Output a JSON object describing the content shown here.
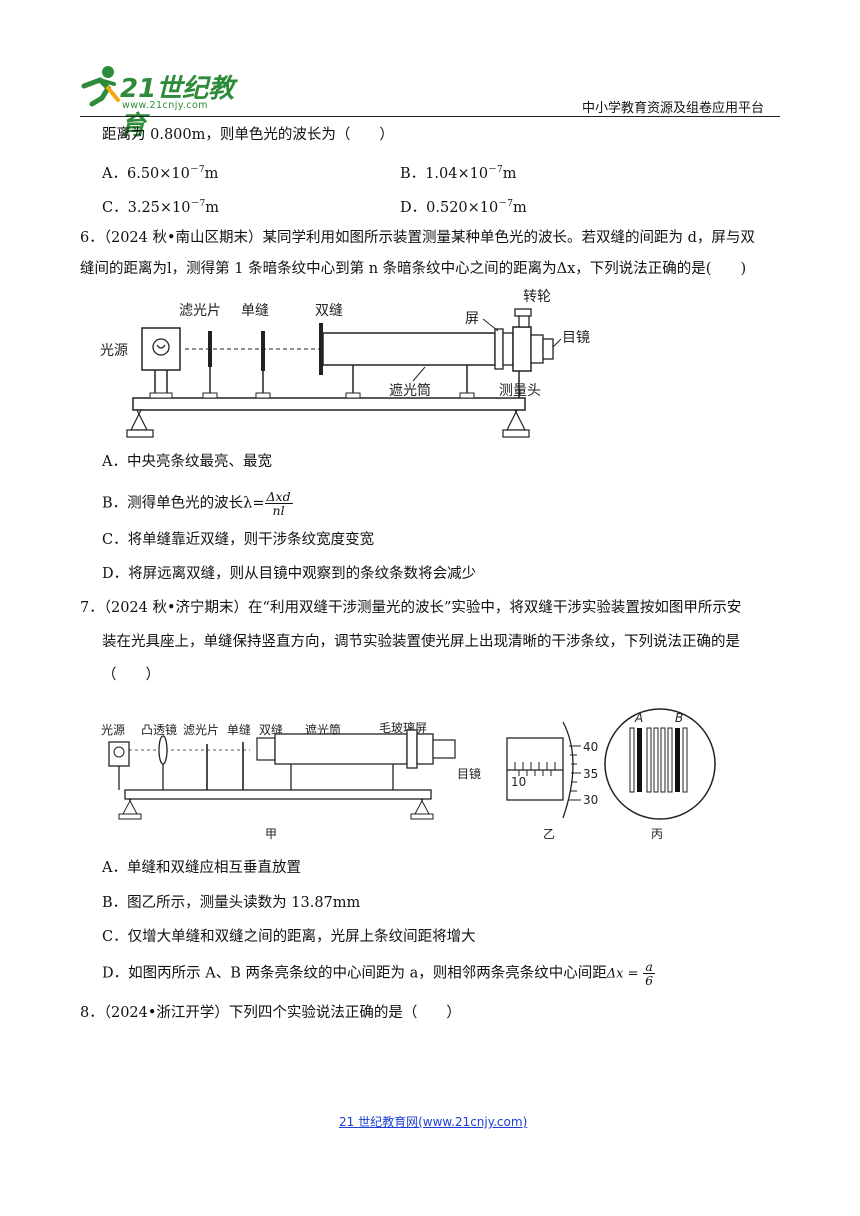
{
  "header": {
    "logo_text": "21世纪教育",
    "logo_url": "www.21cnjy.com",
    "platform": "中小学教育资源及组卷应用平台"
  },
  "q5": {
    "stem_tail": "距离为 0.800m，则单色光的波长为（　　）",
    "options": [
      {
        "letter": "A．",
        "mant": "6.50×10",
        "exp": "－7",
        "unit": "m"
      },
      {
        "letter": "B．",
        "mant": "1.04×10",
        "exp": "－7",
        "unit": "m"
      },
      {
        "letter": "C．",
        "mant": "3.25×10",
        "exp": "－7",
        "unit": "m"
      },
      {
        "letter": "D．",
        "mant": "0.520×10",
        "exp": "－7",
        "unit": "m"
      }
    ]
  },
  "q6": {
    "line1": "6．（2024 秋•南山区期末）某同学利用如图所示装置测量某种单色光的波长。若双缝的间距为 d，屏与双",
    "line2": "缝间的距离为l，测得第 1 条暗条纹中心到第 n 条暗条纹中心之间的距离为Δx，下列说法正确的是(　　)",
    "figure_labels": {
      "light_source": "光源",
      "filter": "滤光片",
      "single_slit": "单缝",
      "double_slit": "双缝",
      "screen": "屏",
      "wheel": "转轮",
      "eyepiece": "目镜",
      "tube": "遮光筒",
      "measuring_head": "测量头"
    },
    "options": {
      "a": "A．中央亮条纹最亮、最宽",
      "b_prefix": "B．测得单色光的波长λ=",
      "b_num": "Δxd",
      "b_den": "nl",
      "c": "C．将单缝靠近双缝，则干涉条纹宽度变宽",
      "d": "D．将屏远离双缝，则从目镜中观察到的条纹条数将会减少"
    }
  },
  "q7": {
    "line1": "7．（2024 秋•济宁期末）在“利用双缝干涉测量光的波长”实验中，将双缝干涉实验装置按如图甲所示安",
    "line2": "装在光具座上，单缝保持竖直方向，调节实验装置使光屏上出现清晰的干涉条纹，下列说法正确的是",
    "line3": "（　　）",
    "figure_labels": {
      "light_source": "光源",
      "convex_lens": "凸透镜",
      "filter": "滤光片",
      "single_slit": "单缝",
      "double_slit": "双缝",
      "tube": "遮光筒",
      "frosted_screen": "毛玻璃屏",
      "eyepiece": "目镜",
      "jia": "甲",
      "yi": "乙",
      "bing": "丙",
      "A": "A",
      "B": "B",
      "scale_40": "40",
      "scale_35": "35",
      "scale_30": "30",
      "scale_10": "10"
    },
    "options": {
      "a": "A．单缝和双缝应相互垂直放置",
      "b": "B．图乙所示，测量头读数为 13.87mm",
      "c": "C．仅增大单缝和双缝之间的距离，光屏上条纹间距将增大",
      "d_prefix": "D．如图丙所示 A、B 两条亮条纹的中心间距为 a，则相邻两条亮条纹中心间距",
      "d_math": "Δx =",
      "d_num": "a",
      "d_den": "6"
    }
  },
  "q8": {
    "line1": "8．（2024•浙江开学）下列四个实验说法正确的是（　　）"
  },
  "footer": {
    "link": "21 世纪教育网(www.21cnjy.com)"
  }
}
